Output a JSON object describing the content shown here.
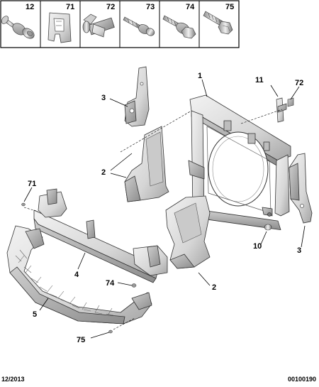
{
  "fastener_strip": [
    {
      "code": "12",
      "icon": "screw-with-washer-icon"
    },
    {
      "code": "71",
      "icon": "spring-clip-icon"
    },
    {
      "code": "72",
      "icon": "clip-nut-icon"
    },
    {
      "code": "73",
      "icon": "flanged-screw-icon"
    },
    {
      "code": "74",
      "icon": "hex-flange-bolt-icon"
    },
    {
      "code": "75",
      "icon": "bolt-icon"
    }
  ],
  "callouts": {
    "c1": "1",
    "c2a": "2",
    "c2b": "2",
    "c3a": "3",
    "c3b": "3",
    "c4": "4",
    "c5": "5",
    "c10": "10",
    "c11": "11",
    "c71": "71",
    "c72": "72",
    "c74": "74",
    "c75": "75"
  },
  "footer": {
    "date": "12/2013",
    "reference": "00100190"
  },
  "colors": {
    "part_fill": "#e4e4e4",
    "part_shadow": "#a8a8a8",
    "outline": "#333333",
    "border": "#000000"
  }
}
